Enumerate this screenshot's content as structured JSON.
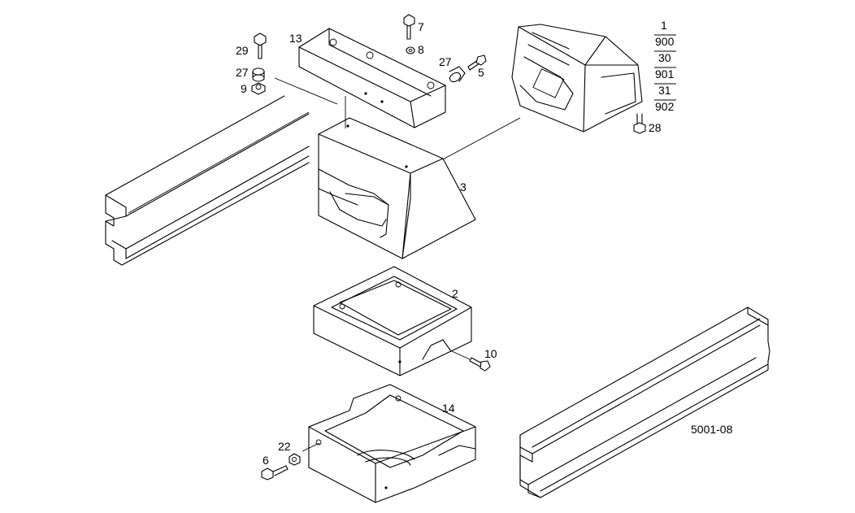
{
  "drawing_code": "5001-08",
  "callouts": {
    "p1": "1",
    "p900": "900",
    "p30": "30",
    "p901": "901",
    "p31": "31",
    "p902": "902",
    "p2": "2",
    "p3": "3",
    "p5": "5",
    "p6": "6",
    "p7": "7",
    "p8": "8",
    "p9": "9",
    "p10": "10",
    "p13": "13",
    "p14": "14",
    "p22": "22",
    "p27a": "27",
    "p27b": "27",
    "p28": "28",
    "p29": "29"
  }
}
